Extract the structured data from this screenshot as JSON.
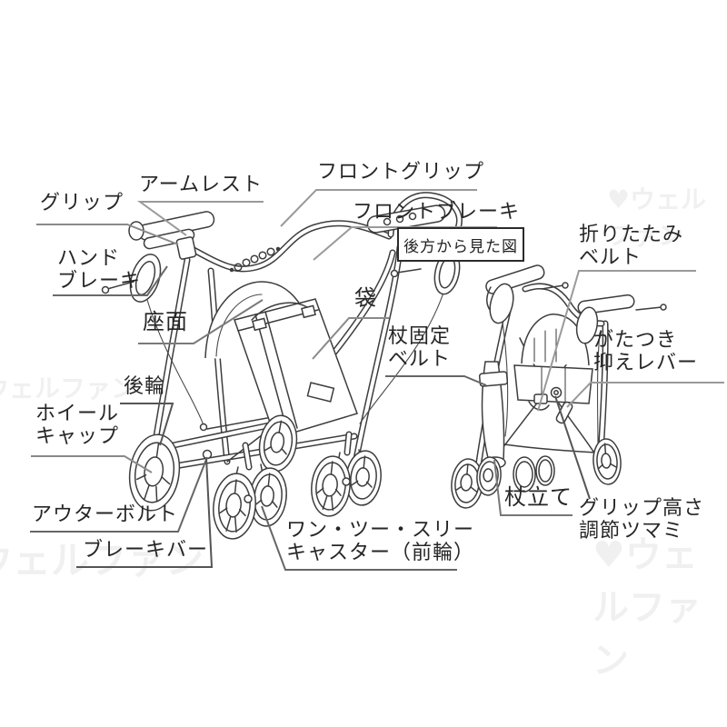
{
  "figure": {
    "inset_note": "後方から見た図",
    "watermark": "ウェルファン",
    "heart_mark": "♥",
    "line_color": "#3d3d3d",
    "label_color": "#262626",
    "leader_color": "#8a8a8a"
  },
  "labels": {
    "grip": "グリップ",
    "armrest": "アームレスト",
    "front_grip": "フロントグリップ",
    "front_brake": "フロントブレーキ",
    "hand_brake": "ハンド\nブレーキ",
    "seat": "座面",
    "bag": "袋",
    "rear_wheel": "後輪",
    "wheel_cap": "ホイール\nキャップ",
    "outer_bolt": "アウターボルト",
    "brake_bar": "ブレーキバー",
    "front_caster": "ワン・ツー・スリー\nキャスター（前輪）",
    "rear_view_note": "後方から見た図",
    "folding_belt": "折りたたみ\nベルト",
    "cane_fixing_belt": "杖固定\nベルト",
    "rattle_suppression_lever": "がたつき\n抑えレバー",
    "cane_stand": "杖立て",
    "grip_height_knob": "グリップ高さ\n調節ツマミ"
  }
}
